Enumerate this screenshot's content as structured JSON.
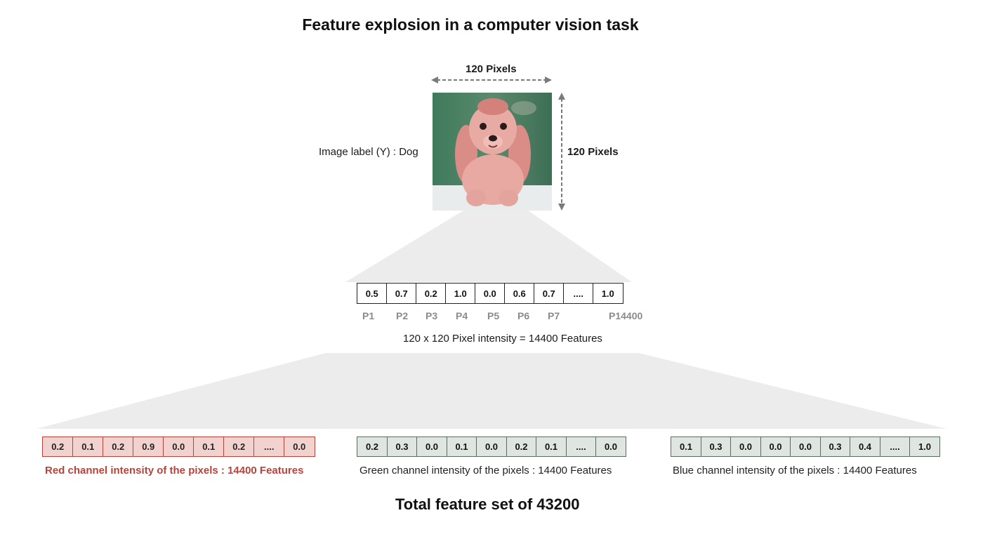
{
  "title": "Feature explosion in a computer vision task",
  "image": {
    "width_label": "120 Pixels",
    "height_label": "120 Pixels",
    "label_text": "Image label (Y) : Dog",
    "subject": "dog-photo"
  },
  "pixel_vector": {
    "values": [
      "0.5",
      "0.7",
      "0.2",
      "1.0",
      "0.0",
      "0.6",
      "0.7",
      "....",
      "1.0"
    ],
    "labels": [
      "P1",
      "P2",
      "P3",
      "P4",
      "P5",
      "P6",
      "P7",
      "",
      "P14400"
    ],
    "caption": "120 x 120 Pixel intensity = 14400 Features"
  },
  "channels": [
    {
      "name": "red",
      "values": [
        "0.2",
        "0.1",
        "0.2",
        "0.9",
        "0.0",
        "0.1",
        "0.2",
        "....",
        "0.0"
      ],
      "caption": "Red channel intensity of the pixels : 14400 Features",
      "caption_color": "#b8433a"
    },
    {
      "name": "green",
      "values": [
        "0.2",
        "0.3",
        "0.0",
        "0.1",
        "0.0",
        "0.2",
        "0.1",
        "....",
        "0.0"
      ],
      "caption": "Green channel intensity of the pixels : 14400 Features",
      "caption_color": "#222222"
    },
    {
      "name": "blue",
      "values": [
        "0.1",
        "0.3",
        "0.0",
        "0.0",
        "0.0",
        "0.3",
        "0.4",
        "....",
        "1.0"
      ],
      "caption": "Blue channel intensity of the pixels : 14400 Features",
      "caption_color": "#222222"
    }
  ],
  "total_text": "Total feature set of 43200",
  "colors": {
    "funnel": "#ececec",
    "arrow": "#7a7a7a",
    "red_accent": "#b8433a"
  }
}
